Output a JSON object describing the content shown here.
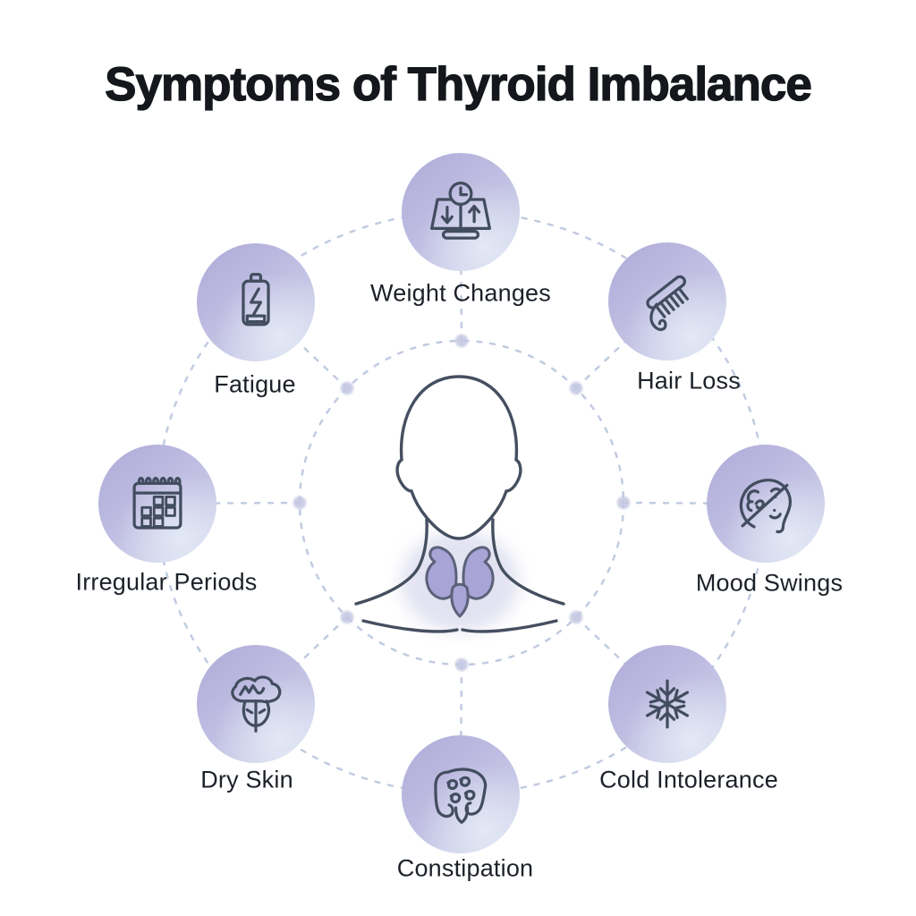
{
  "title": "Symptoms of Thyroid Imbalance",
  "center_figure_icon": "human-neck-thyroid-icon",
  "symptoms": [
    {
      "label": "Weight Changes",
      "icon": "weight-scale-icon"
    },
    {
      "label": "Hair Loss",
      "icon": "comb-hair-loss-icon"
    },
    {
      "label": "Mood Swings",
      "icon": "brain-mood-icon"
    },
    {
      "label": "Cold Intolerance",
      "icon": "snowflake-icon"
    },
    {
      "label": "Constipation",
      "icon": "intestines-icon"
    },
    {
      "label": "Dry Skin",
      "icon": "dry-skin-icon"
    },
    {
      "label": "Irregular Periods",
      "icon": "calendar-icon"
    },
    {
      "label": "Fatigue",
      "icon": "low-battery-icon"
    }
  ],
  "colors": {
    "background": "#ffffff",
    "title_text": "#14171c",
    "label_text": "#1c2129",
    "circle_gradient_start": "#aeaad8",
    "circle_gradient_end": "#d7ddef",
    "connector_line": "#c0cbe0",
    "icon_stroke": "#424d5f",
    "thyroid_fill": "#a9a4d6",
    "thyroid_glow": "#cfcfe9"
  }
}
